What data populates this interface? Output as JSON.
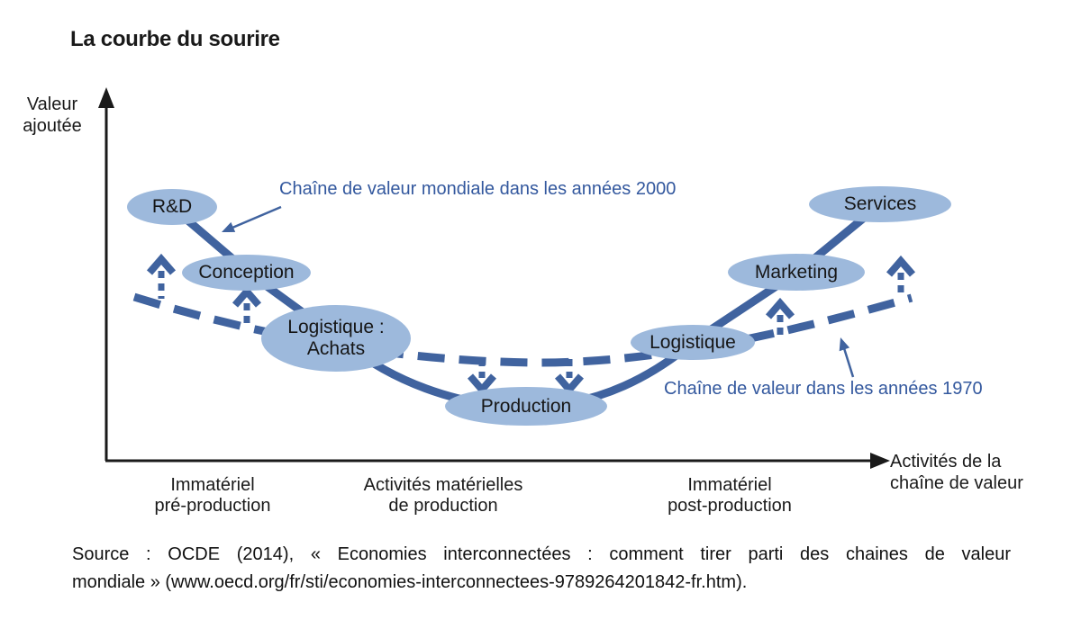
{
  "title": "La courbe du sourire",
  "colors": {
    "curve_blue": "#40639f",
    "node_fill": "#9db9dc",
    "annotation_blue": "#33589e",
    "axis_black": "#1a1a1a"
  },
  "axes": {
    "y_label_lines": [
      "Valeur",
      "ajoutée"
    ],
    "x_label_lines": [
      "Activités de la",
      "chaîne de valeur"
    ]
  },
  "nodes": [
    {
      "id": "rd",
      "label": "R&D"
    },
    {
      "id": "conception",
      "label": "Conception"
    },
    {
      "id": "logistique-achats",
      "lines": [
        "Logistique :",
        "Achats"
      ]
    },
    {
      "id": "production",
      "label": "Production"
    },
    {
      "id": "logistique",
      "label": "Logistique"
    },
    {
      "id": "marketing",
      "label": "Marketing"
    },
    {
      "id": "services",
      "label": "Services"
    }
  ],
  "curves": {
    "solid_2000": {
      "style": "solid",
      "label": "Chaîne de valeur mondiale dans les années 2000"
    },
    "dashed_1970": {
      "style": "dashed",
      "label": "Chaîne de valeur dans les années 1970"
    }
  },
  "x_categories": [
    {
      "lines": [
        "Immatériel",
        "pré-production"
      ]
    },
    {
      "lines": [
        "Activités matérielles",
        "de production"
      ]
    },
    {
      "lines": [
        "Immatériel",
        "post-production"
      ]
    }
  ],
  "source": {
    "line1": "Source : OCDE (2014), « Economies interconnectées : comment tirer parti des chaines de valeur",
    "line2": "mondiale » (www.oecd.org/fr/sti/economies-interconnectees-9789264201842-fr.htm)."
  }
}
